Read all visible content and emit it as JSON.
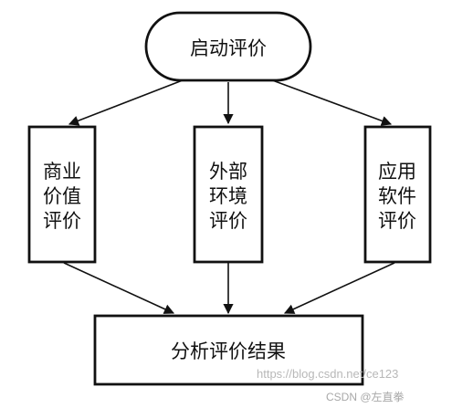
{
  "colors": {
    "stroke": "#111111",
    "fill": "#ffffff",
    "text": "#111111",
    "watermark": "#b8b8b8"
  },
  "nodes": {
    "start": {
      "label": "启动评价"
    },
    "business": {
      "lines": [
        "商业",
        "价值",
        "评价"
      ]
    },
    "environment": {
      "lines": [
        "外部",
        "环境",
        "评价"
      ]
    },
    "software": {
      "lines": [
        "应用",
        "软件",
        "评价"
      ]
    },
    "result": {
      "label": "分析评价结果"
    }
  },
  "watermark": {
    "url": "https://blog.csdn.net/ce123",
    "credit": "CSDN @左直拳"
  }
}
